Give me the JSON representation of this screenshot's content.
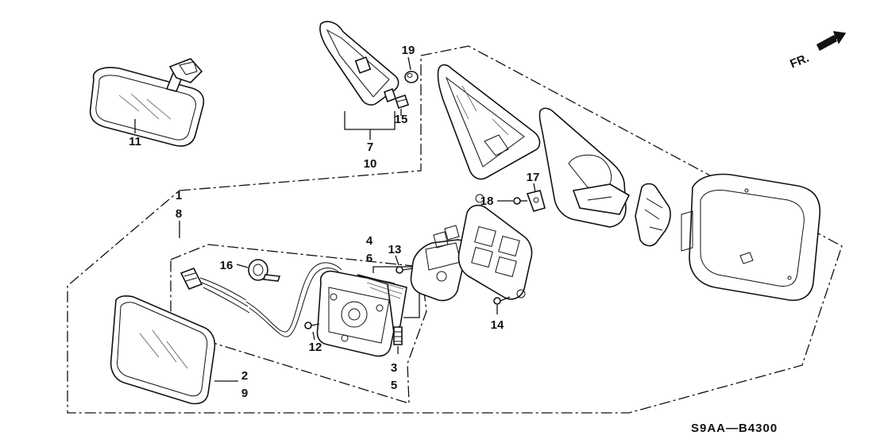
{
  "diagram": {
    "code": "S9AA—B4300",
    "direction": "FR.",
    "direction_icon": "front-arrow-icon",
    "callouts": [
      {
        "id": "c1",
        "text": "1"
      },
      {
        "id": "c8",
        "text": "8"
      },
      {
        "id": "c2",
        "text": "2"
      },
      {
        "id": "c9",
        "text": "9"
      },
      {
        "id": "c3",
        "text": "3"
      },
      {
        "id": "c5",
        "text": "5"
      },
      {
        "id": "c4",
        "text": "4"
      },
      {
        "id": "c6",
        "text": "6"
      },
      {
        "id": "c7",
        "text": "7"
      },
      {
        "id": "c10",
        "text": "10"
      },
      {
        "id": "c11",
        "text": "11"
      },
      {
        "id": "c12",
        "text": "12"
      },
      {
        "id": "c13",
        "text": "13"
      },
      {
        "id": "c14",
        "text": "14"
      },
      {
        "id": "c15",
        "text": "15"
      },
      {
        "id": "c16",
        "text": "16"
      },
      {
        "id": "c17",
        "text": "17"
      },
      {
        "id": "c18",
        "text": "18"
      },
      {
        "id": "c19",
        "text": "19"
      }
    ]
  }
}
